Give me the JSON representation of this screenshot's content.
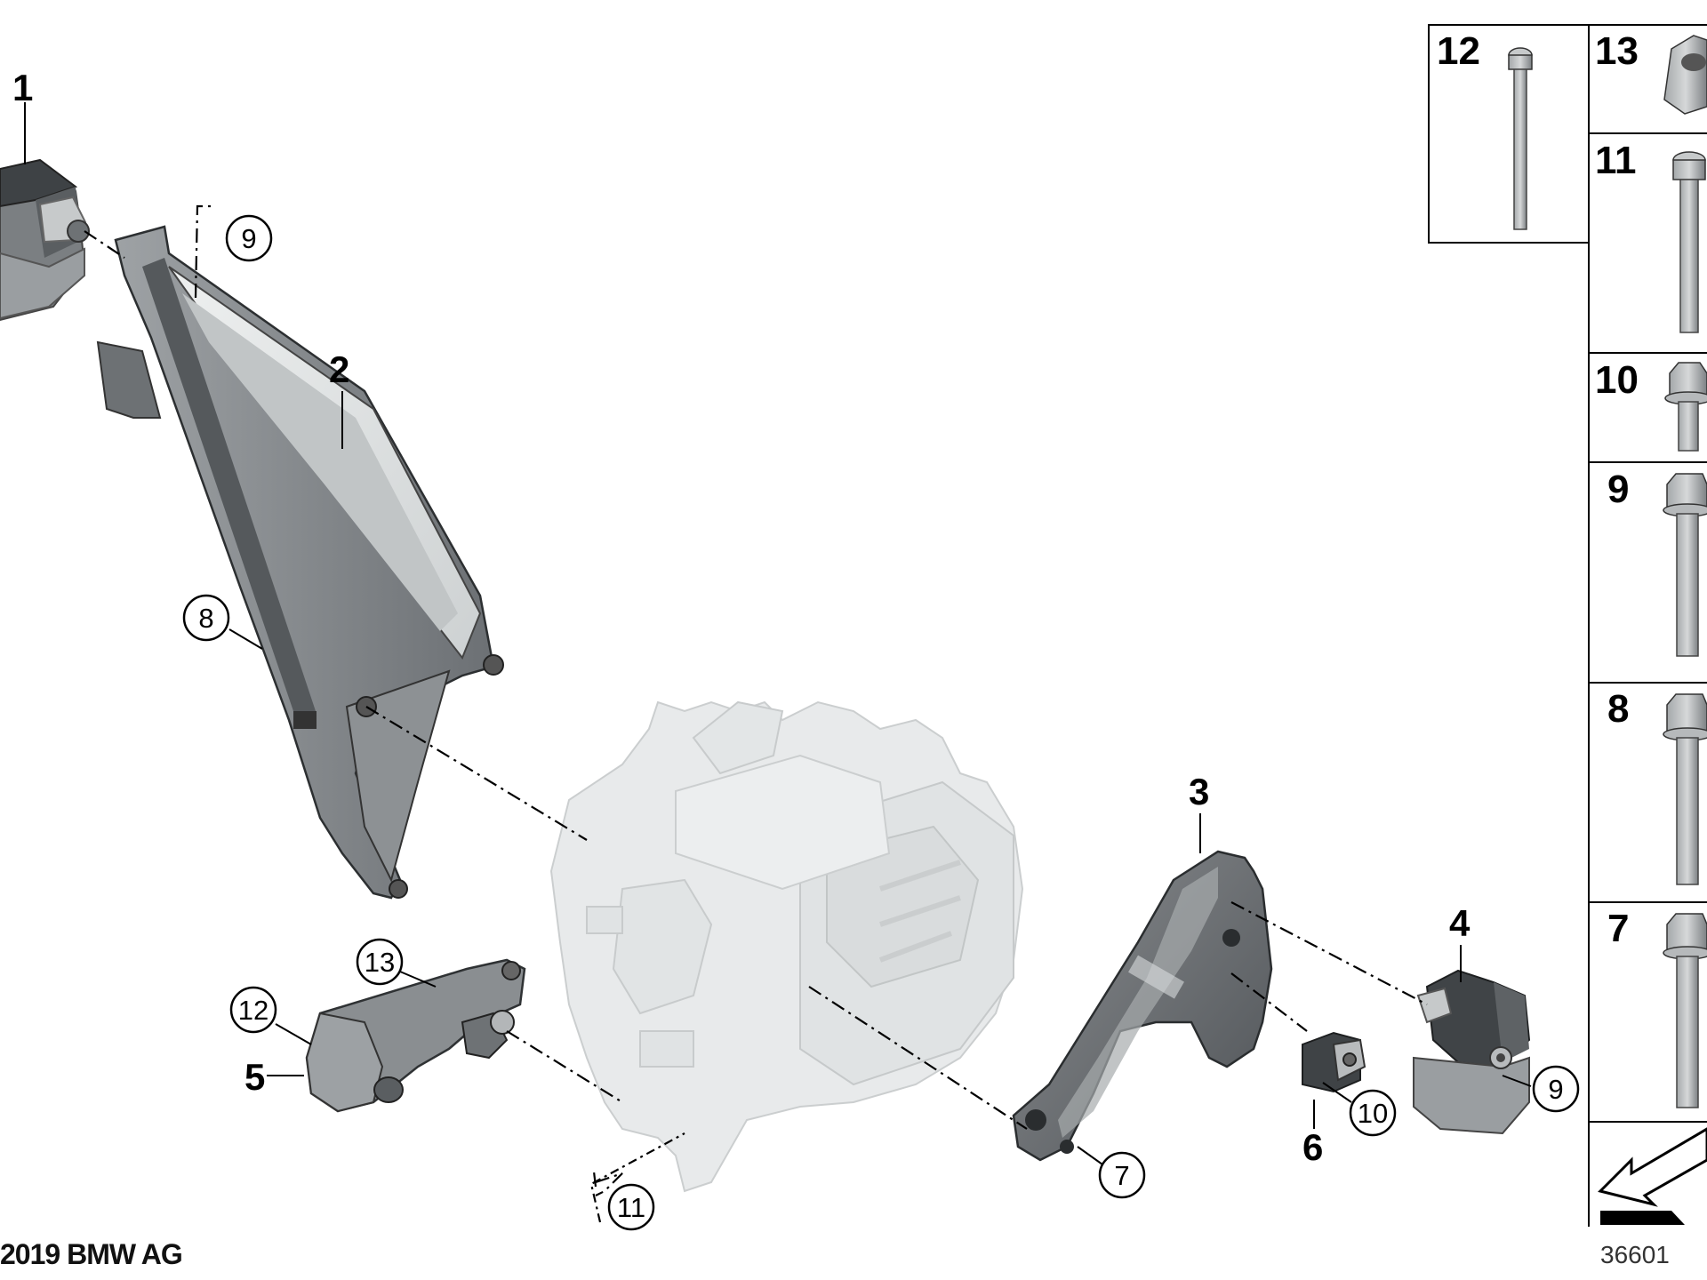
{
  "diagram": {
    "main_callouts": [
      {
        "id": "1",
        "label": "1"
      },
      {
        "id": "2",
        "label": "2"
      },
      {
        "id": "3",
        "label": "3"
      },
      {
        "id": "4",
        "label": "4"
      },
      {
        "id": "5",
        "label": "5"
      },
      {
        "id": "6",
        "label": "6"
      }
    ],
    "circled_callouts": [
      {
        "id": "9a",
        "label": "9"
      },
      {
        "id": "8",
        "label": "8"
      },
      {
        "id": "13",
        "label": "13"
      },
      {
        "id": "12",
        "label": "12"
      },
      {
        "id": "11",
        "label": "11"
      },
      {
        "id": "7",
        "label": "7"
      },
      {
        "id": "10",
        "label": "10"
      },
      {
        "id": "9b",
        "label": "9"
      }
    ],
    "fastener_panel": [
      {
        "label": "12"
      },
      {
        "label": "13"
      },
      {
        "label": "11"
      },
      {
        "label": "10"
      },
      {
        "label": "9"
      },
      {
        "label": "8"
      },
      {
        "label": "7"
      }
    ]
  },
  "footer": {
    "copyright": "2019 BMW AG",
    "diagram_number": "36601"
  }
}
